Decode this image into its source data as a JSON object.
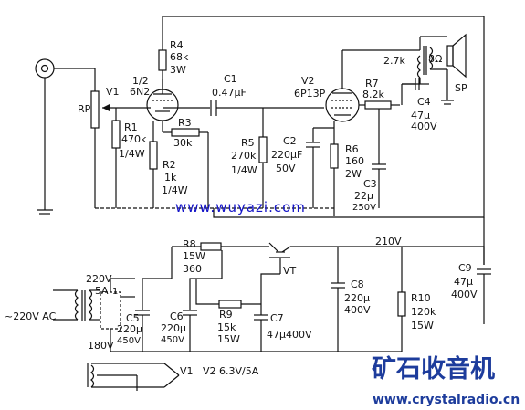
{
  "labels": {
    "r4": "R4",
    "r4_val": "68k",
    "r4_w": "3W",
    "half": "1/2",
    "v1": "V1",
    "v1_type": "6N2",
    "c1": "C1",
    "c1_val": "0.47μF",
    "v2": "V2",
    "v2_type": "6P13P",
    "r7": "R7",
    "r7_val": "8.2k",
    "trans_k": "2.7k",
    "trans_ohm": "8Ω",
    "sp": "SP",
    "c4": "C4",
    "c4_val": "47μ",
    "c4_v": "400V",
    "rp": "RP",
    "r1": "R1",
    "r1_val": "470k",
    "r1_w": "1/4W",
    "r3": "R3",
    "r3_val": "30k",
    "r2": "R2",
    "r2_val": "1k",
    "r2_w": "1/4W",
    "r5": "R5",
    "r5_val": "270k",
    "r5_w": "1/4W",
    "c2": "C2",
    "c2_val": "220μF",
    "c2_v": "50V",
    "r6": "R6",
    "r6_val": "160",
    "r6_w": "2W",
    "c3": "C3",
    "c3_val": "22μ",
    "c3_v": "250V",
    "watermark": "www.wuyazi.com",
    "r8": "R8",
    "r8_w": "15W",
    "r8_val": "360",
    "vt": "VT",
    "v210": "210V",
    "c9": "C9",
    "c9_val": "47μ",
    "c9_v": "400V",
    "v220": "220V",
    "fuse": "5A",
    "tap1": "1",
    "ac_in": "~220V AC",
    "c5": "C5",
    "c5_val": "220μ",
    "c5_v": "450V",
    "c6": "C6",
    "c6_val": "220μ",
    "c6_v": "450V",
    "r9": "R9",
    "r9_val": "15k",
    "r9_w": "15W",
    "c7": "C7",
    "c7_val": "47μ400V",
    "c8": "C8",
    "c8_val": "220μ",
    "c8_v": "400V",
    "r10": "R10",
    "r10_val": "120k",
    "r10_w": "15W",
    "v180": "180V",
    "heater_v1": "V1",
    "heater_v2": "V2 6.3V/5A"
  },
  "brand": {
    "name": "矿石收音机",
    "url": "www.crystalradio.cn",
    "color": "#1d3c9c"
  }
}
